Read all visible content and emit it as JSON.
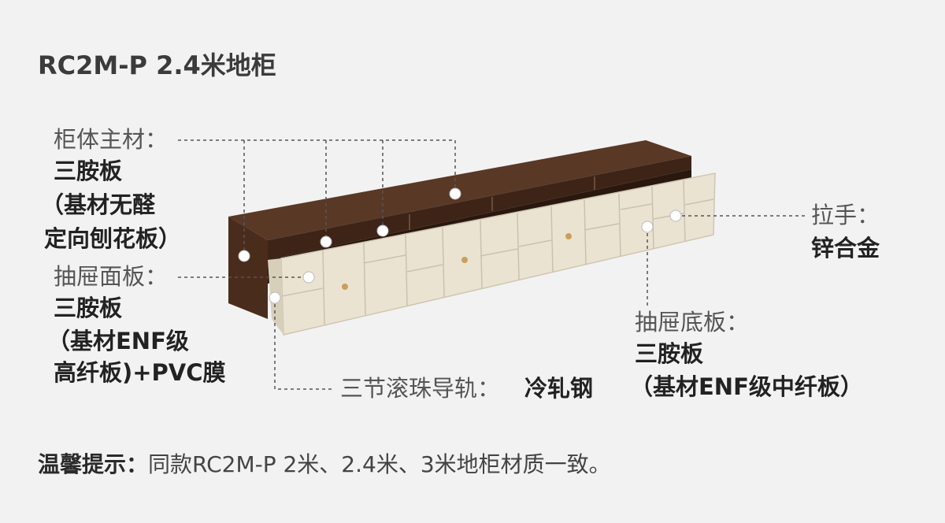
{
  "title": "RC2M-P 2.4米地柜",
  "cabinet": {
    "label": "柜体主材：",
    "value_lines": [
      "三胺板",
      "（基材无醛",
      "定向刨花板）"
    ]
  },
  "drawer_face": {
    "label": "抽屉面板：",
    "value_lines": [
      "三胺板",
      "（基材ENF级",
      "高纤板)+PVC膜"
    ]
  },
  "handle": {
    "label": "拉手：",
    "value": "锌合金"
  },
  "drawer_bottom": {
    "label": "抽屉底板：",
    "value_lines": [
      "三胺板",
      "（基材ENF级中纤板）"
    ]
  },
  "rail": {
    "label": "三节滚珠导轨：",
    "value": "冷轧钢"
  },
  "note": {
    "key": "温馨提示：",
    "text": "同款RC2M-P 2米、2.4米、3米地柜材质一致。"
  },
  "colors": {
    "background": "#f2f2f2",
    "walnut": "#4a2c1c",
    "cream": "#e9e1cf",
    "leader": "#555555"
  }
}
